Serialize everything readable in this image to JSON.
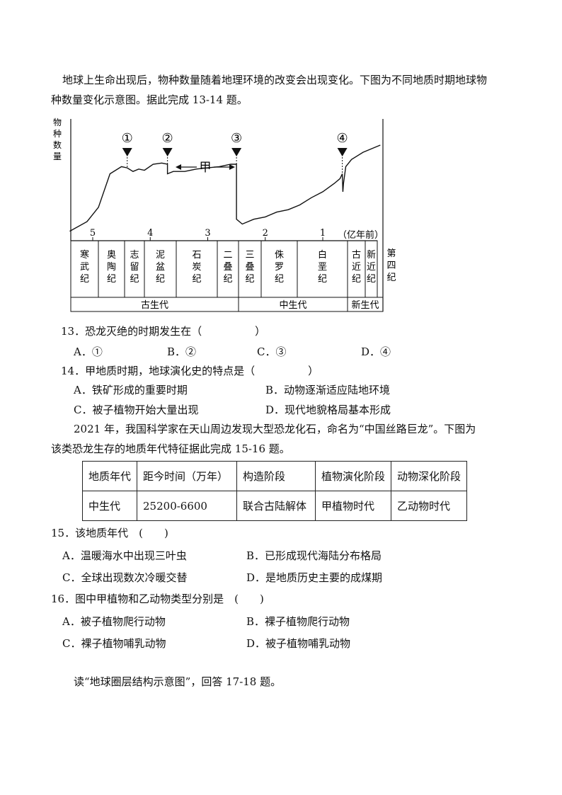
{
  "intro1": {
    "line1": "地球上生命出现后，物种数量随着地理环境的改变会出现变化。下图为不同地质时期地球物",
    "line2": "种数量变化示意图。据此完成 13-14 题。"
  },
  "chart_data": {
    "type": "line",
    "ylabel": "物种数量",
    "xlabel": "（亿年前）",
    "x_ticks": [
      "5",
      "4",
      "3",
      "2",
      "1"
    ],
    "markers": [
      "①",
      "②",
      "③",
      "④"
    ],
    "period_arrow_label": "甲",
    "periods": [
      "寒武纪",
      "奥陶纪",
      "志留纪",
      "泥盆纪",
      "石炭纪",
      "二叠纪",
      "三叠纪",
      "侏罗纪",
      "白垩纪",
      "古近纪",
      "新近纪",
      "第四纪"
    ],
    "eras": [
      "古生代",
      "中生代",
      "新生代"
    ],
    "series": [
      {
        "x": [
          5.4,
          5.1,
          4.9,
          4.7,
          4.5,
          4.4,
          4.3,
          4.2,
          4.1,
          3.95,
          3.8,
          3.7,
          3.7,
          3.6,
          3.4,
          3.2,
          3.0,
          2.8,
          2.6,
          2.5,
          2.5,
          2.4,
          2.2,
          2.0,
          1.8,
          1.6,
          1.4,
          1.2,
          1.0,
          0.8,
          0.7,
          0.66,
          0.65,
          0.64,
          0.6,
          0.5,
          0.3,
          0.1,
          0.0
        ],
        "y": [
          2,
          10,
          22,
          50,
          56,
          55,
          52,
          54,
          53,
          58,
          59,
          58,
          50,
          52,
          52,
          54,
          55,
          56,
          58,
          58,
          12,
          8,
          12,
          14,
          18,
          20,
          24,
          30,
          35,
          42,
          46,
          50,
          35,
          42,
          56,
          62,
          68,
          72,
          74
        ]
      }
    ]
  },
  "q13": {
    "stem": "13．恐龙灭绝的时期发生在（　　　　　）",
    "a": "A．①",
    "b": "B．②",
    "c": "C．③",
    "d": "D．④"
  },
  "q14": {
    "stem": "14．甲地质时期，地球演化史的特点是（　　　　　）",
    "a": "A．铁矿形成的重要时期",
    "b": "B．动物逐渐适应陆地环境",
    "c": "C．被子植物开始大量出现",
    "d": "D．现代地貌格局基本形成"
  },
  "intro2": {
    "line1": "2021 年，我国科学家在天山周边发现大型恐龙化石，命名为“中国丝路巨龙”。下图为",
    "line2": "该类恐龙生存的地质年代特征据此完成 15-16 题。"
  },
  "table": {
    "headers": [
      "地质年代",
      "距今时间（万年）",
      "构造阶段",
      "植物演化阶段",
      "动物深化阶段"
    ],
    "row": [
      "中生代",
      "25200-6600",
      "联合古陆解体",
      "甲植物时代",
      "乙动物时代"
    ]
  },
  "q15": {
    "stem": "15．该地质年代　(　　)",
    "a": "A．温暖海水中出现三叶虫",
    "b": "B．已形成现代海陆分布格局",
    "c": "C．全球出现数次冷暖交替",
    "d": "D．是地质历史主要的成煤期"
  },
  "q16": {
    "stem": "16．图中甲植物和乙动物类型分别是　(　　)",
    "a": "A．被子植物爬行动物",
    "b": "B．裸子植物爬行动物",
    "c": "C．裸子植物哺乳动物",
    "d": "D．被子植物哺乳动物"
  },
  "intro3": "读“地球圈层结构示意图”，回答 17-18 题。"
}
